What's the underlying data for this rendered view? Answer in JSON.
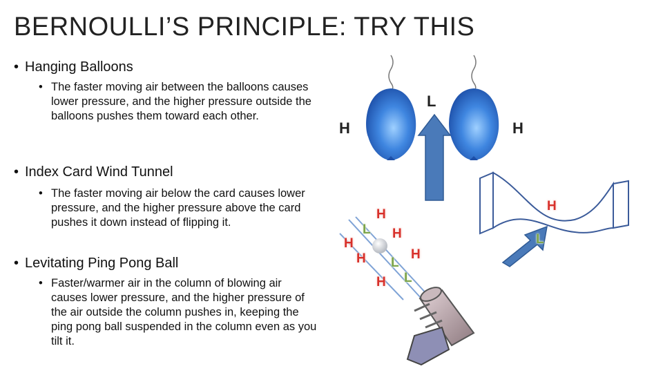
{
  "slide": {
    "title": "BERNOULLI’S PRINCIPLE:  TRY THIS",
    "bullets": [
      {
        "text": "Hanging Balloons",
        "sub": "The faster moving air between the balloons causes lower pressure, and the higher pressure outside the balloons pushes them toward each other."
      },
      {
        "text": "Index Card Wind Tunnel",
        "sub": "The faster moving air below the card causes lower pressure, and the higher pressure above the card pushes it down instead of flipping it."
      },
      {
        "text": "Levitating Ping Pong Ball",
        "sub": "Faster/warmer air in the column of blowing air causes lower pressure, and the higher pressure of the air outside the column pushes in, keeping the ping pong ball suspended in the column even as you tilt it."
      }
    ]
  },
  "balloons": {
    "left_label": "H",
    "center_label": "L",
    "right_label": "H"
  },
  "card": {
    "high_label": "H",
    "low_label": "L"
  },
  "pingpong": {
    "labels": [
      "H",
      "H",
      "L",
      "H",
      "H",
      "L",
      "H",
      "H",
      "L"
    ]
  },
  "colors": {
    "high": "#d8302a",
    "low": "#7da54a",
    "arrow": "#4a7ab9",
    "balloon": "#2f6fd0"
  }
}
